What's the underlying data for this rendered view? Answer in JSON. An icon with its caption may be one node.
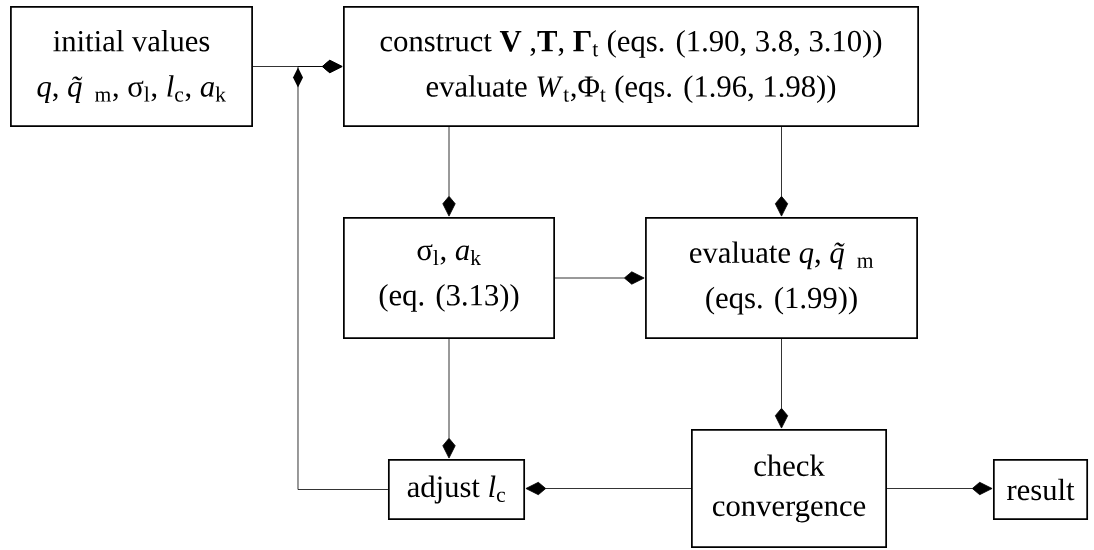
{
  "diagram": {
    "nodes": [
      {
        "text": [
          "initial values",
          "*q*, *q̃*$_{m}$, σ$_{l}$, *l*$_{c}$, *a*$_{k}$"
        ]
      },
      {
        "text": [
          "construct **V** ,**T**, **Γ**$_{t}$ (eqs. (1.90, 3.8, 3.10))",
          "evaluate *W*$_{t}$,Φ$_{t}$ (eqs. (1.96, 1.98))"
        ]
      },
      {
        "text": [
          "σ$_{l}$, *a*$_{k}$",
          "(eq. (3.13))"
        ]
      },
      {
        "text": [
          "evaluate *q*, *q̃*$_{m}$",
          "(eqs. (1.99))"
        ]
      },
      {
        "text": [
          "adjust *l*$_{c}$"
        ]
      },
      {
        "text": [
          "check convergence"
        ]
      },
      {
        "text": [
          "result"
        ]
      }
    ],
    "edges": [
      {
        "from": 0,
        "to": 1,
        "arrow": "to"
      },
      {
        "from": 4,
        "to": 1,
        "arrow": "to"
      },
      {
        "from": 1,
        "to": 2,
        "arrow": "to"
      },
      {
        "from": 1,
        "to": 3,
        "arrow": "to"
      },
      {
        "from": 2,
        "to": 3,
        "arrow": "to"
      },
      {
        "from": 2,
        "to": 4,
        "arrow": "to"
      },
      {
        "from": 3,
        "to": 5,
        "arrow": "to"
      },
      {
        "from": 5,
        "to": 4,
        "arrow": "to"
      },
      {
        "from": 5,
        "to": 6,
        "arrow": "to"
      }
    ]
  }
}
